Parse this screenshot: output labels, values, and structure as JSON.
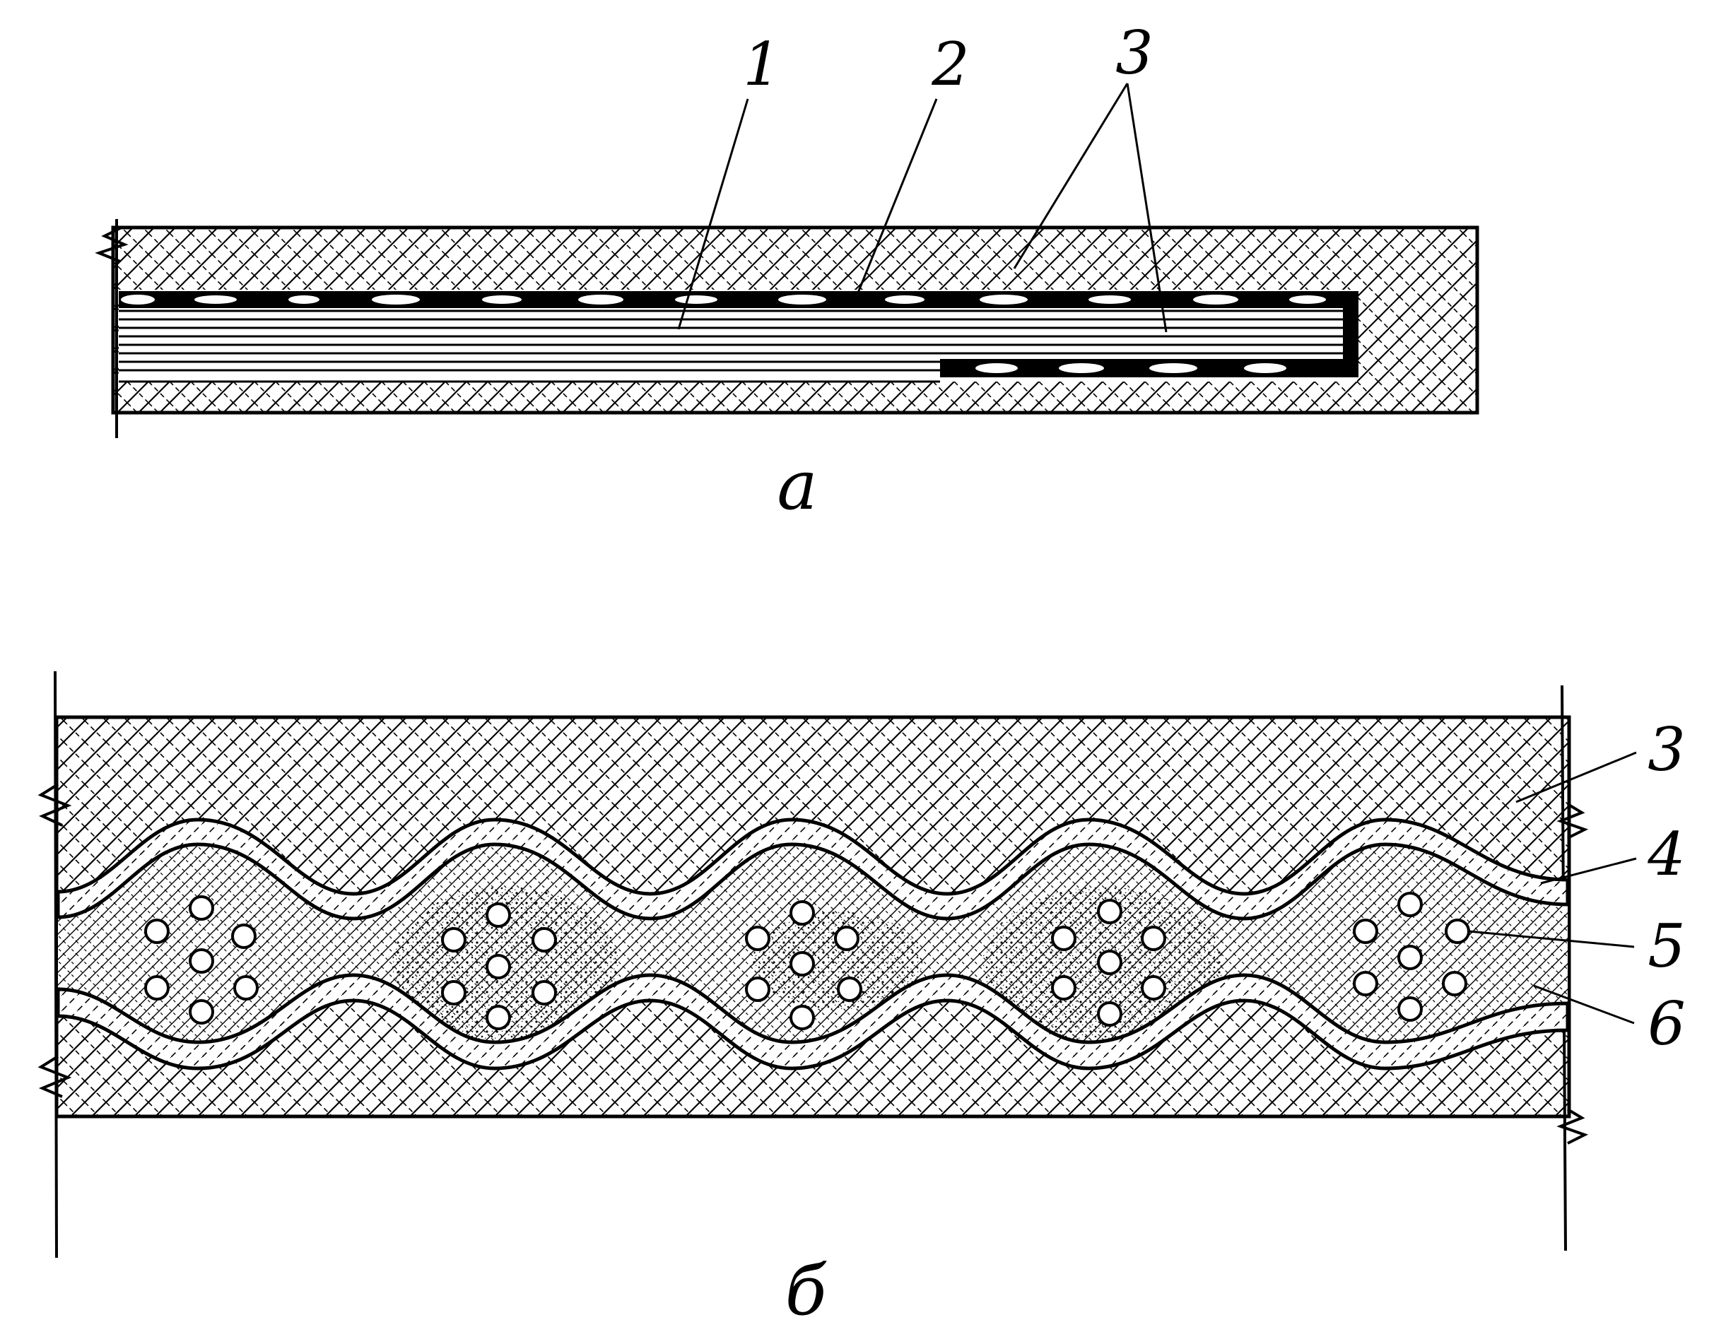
{
  "figure_a": {
    "caption": "а",
    "callouts": [
      "1",
      "2",
      "3"
    ]
  },
  "figure_b": {
    "caption": "б",
    "callouts": [
      "3",
      "4",
      "5",
      "6"
    ]
  },
  "colors": {
    "ink": "#000000",
    "paper": "#ffffff"
  }
}
